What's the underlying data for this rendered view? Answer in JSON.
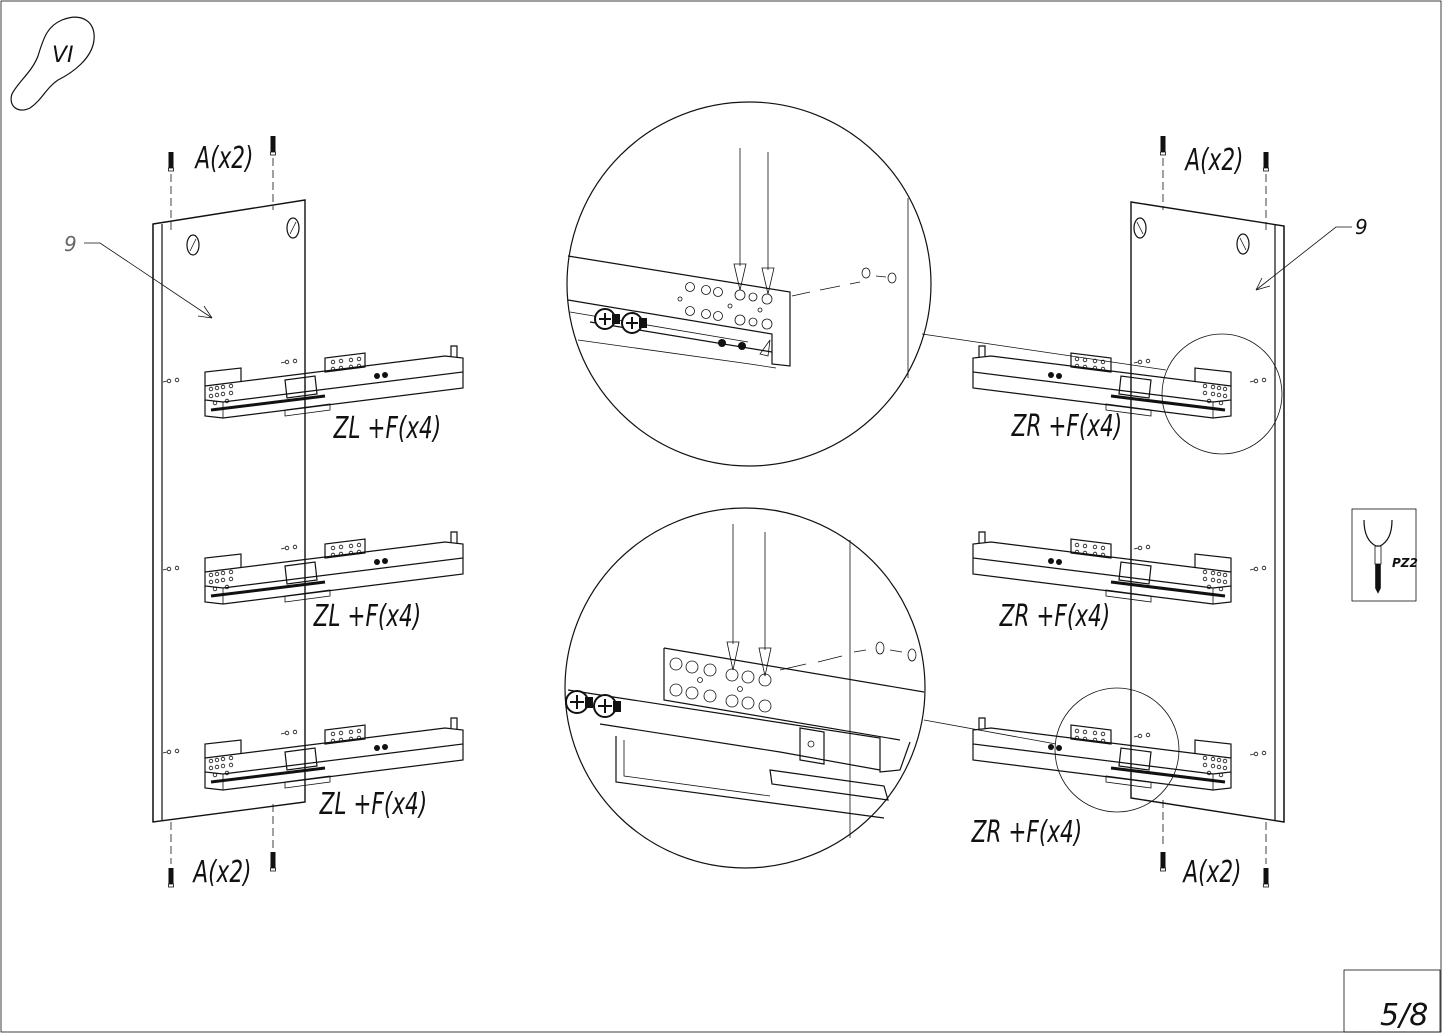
{
  "step_badge": {
    "label": "VI"
  },
  "part_number": "9",
  "dowel_label": "A(x2)",
  "left_panel": {
    "slides": [
      {
        "label": "ZL  +F(x4)"
      },
      {
        "label": "ZL  +F(x4)"
      },
      {
        "label": "ZL  +F(x4)"
      }
    ]
  },
  "right_panel": {
    "slides": [
      {
        "label": "ZR  +F(x4)"
      },
      {
        "label": "ZR  +F(x4)"
      },
      {
        "label": "ZR  +F(x4)"
      }
    ]
  },
  "tool": {
    "label": "PZ2",
    "icon": "screwdriver-icon"
  },
  "page_number": "5/8"
}
